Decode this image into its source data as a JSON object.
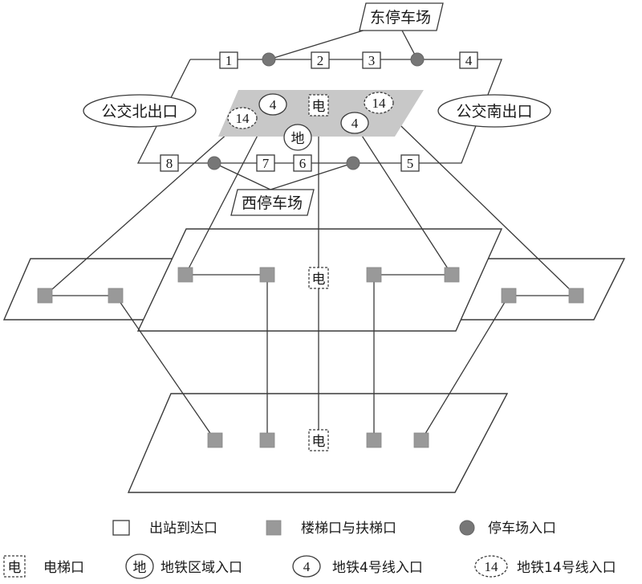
{
  "labels": {
    "east_parking": "东停车场",
    "west_parking": "西停车场",
    "bus_north": "公交北出口",
    "bus_south": "公交南出口",
    "elevator": "电",
    "subway_zone": "地",
    "line4": "4",
    "line14": "14"
  },
  "exits": {
    "e1": "1",
    "e2": "2",
    "e3": "3",
    "e4": "4",
    "e5": "5",
    "e6": "6",
    "e7": "7",
    "e8": "8"
  },
  "legend": {
    "exit": "出站到达口",
    "stair": "楼梯口与扶梯口",
    "parking": "停车场入口",
    "elevator_sym": "电",
    "elevator": "电梯口",
    "subway_sym": "地",
    "subway": "地铁区域入口",
    "line4_sym": "4",
    "line4": "地铁4号线入口",
    "line14_sym": "14",
    "line14": "地铁14号线入口"
  }
}
